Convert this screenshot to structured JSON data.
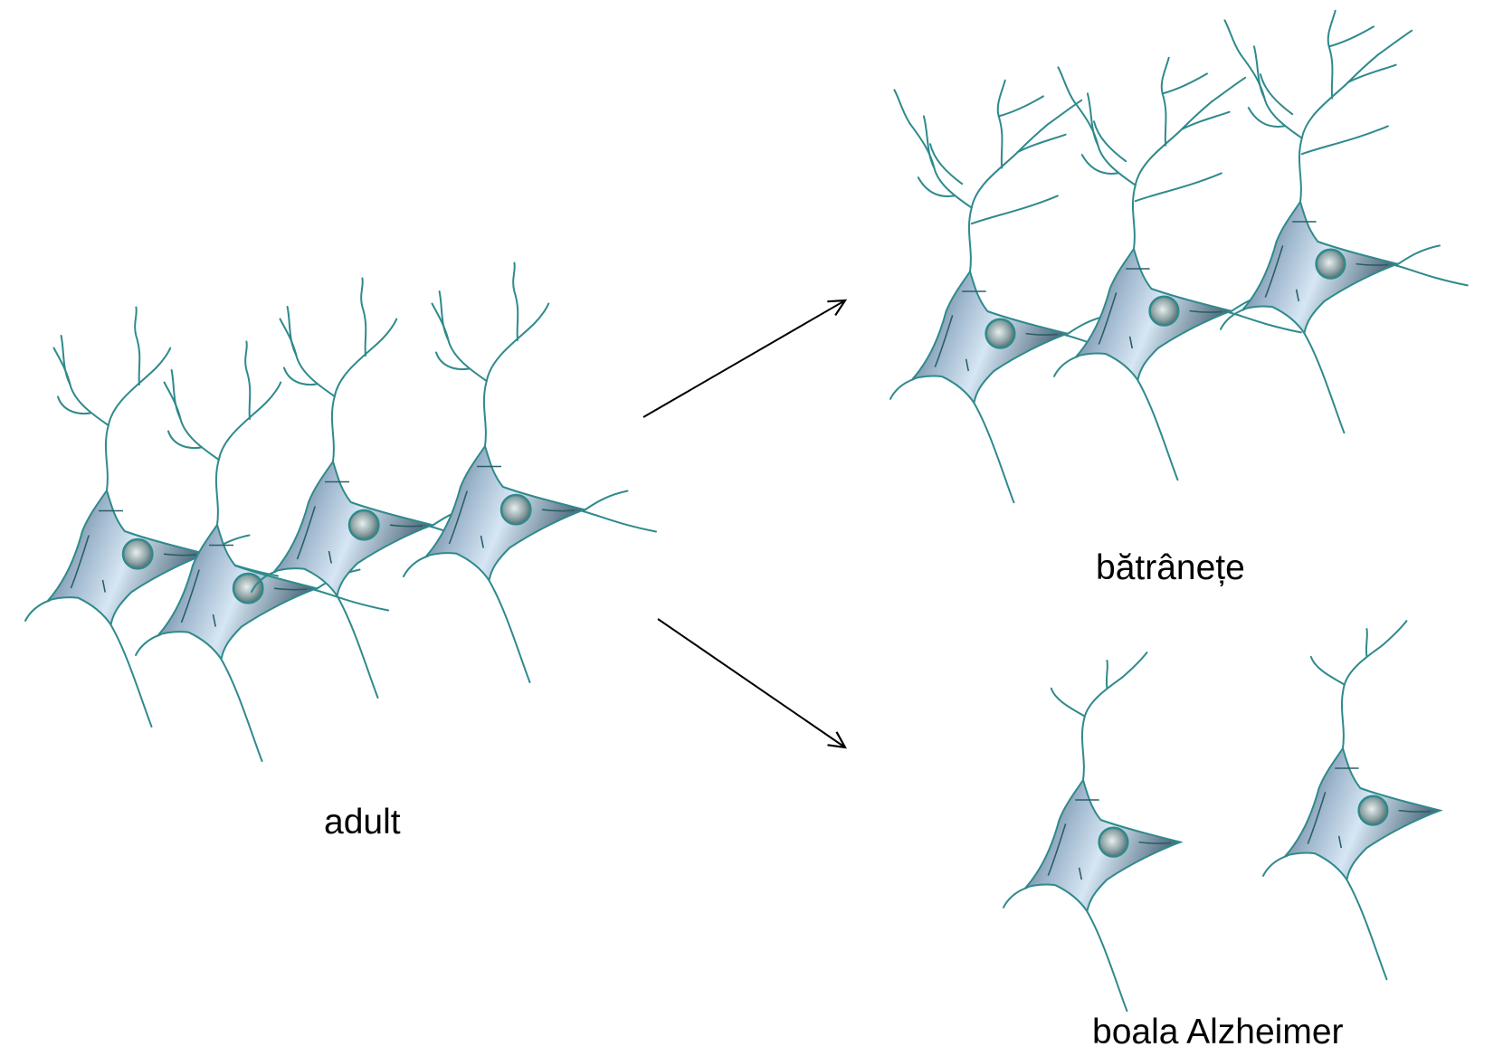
{
  "labels": {
    "adult": "adult",
    "old_age": "bătrânețe",
    "alzheimer": "boala Alzheimer"
  },
  "colors": {
    "background": "#ffffff",
    "dendrite": "#2f8a8c",
    "soma_light": "#d6e6f4",
    "soma_mid": "#9db5cb",
    "soma_dark": "#3f5868",
    "nucleus": "#7f9598",
    "arrow": "#000000",
    "text": "#000000"
  },
  "groups": [
    {
      "name": "adult",
      "neuron_count": 4,
      "branching": "moderate"
    },
    {
      "name": "bătrânețe",
      "neuron_count": 3,
      "branching": "dense"
    },
    {
      "name": "boala Alzheimer",
      "neuron_count": 2,
      "branching": "sparse"
    }
  ]
}
